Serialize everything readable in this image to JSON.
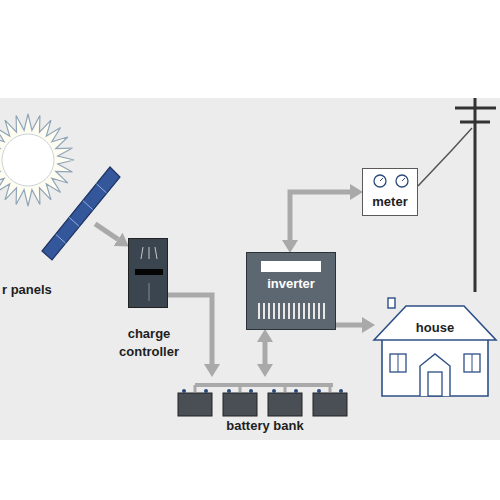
{
  "diagram": {
    "nodes": [
      {
        "text": [
          "r panels"
        ]
      },
      {
        "text": [
          "charge controller"
        ]
      },
      {
        "text": [
          "inverter"
        ]
      },
      {
        "text": [
          "meter"
        ]
      },
      {
        "text": [
          "house"
        ]
      },
      {
        "text": [
          "battery bank"
        ]
      }
    ],
    "edges": [
      {
        "from": 0,
        "to": 1,
        "arrow": "to"
      },
      {
        "from": 1,
        "to": 5,
        "arrow": "to"
      },
      {
        "from": 2,
        "to": 5,
        "arrow": "both"
      },
      {
        "from": 2,
        "to": 3,
        "arrow": "both"
      },
      {
        "from": 2,
        "to": 4,
        "arrow": "to"
      }
    ]
  }
}
